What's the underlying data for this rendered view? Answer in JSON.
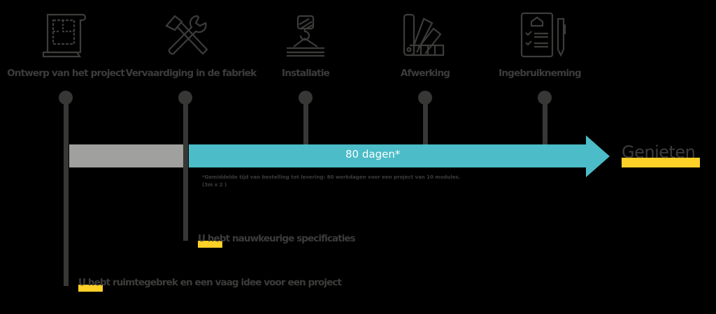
{
  "colors": {
    "background": "#000000",
    "pin": "#373736",
    "text": "#3c3c3b",
    "gray_bar": "#a0a09f",
    "teal_bar": "#4bbcc8",
    "highlight": "#fed128",
    "duration_text": "#ffffff"
  },
  "stages": [
    {
      "label": "Ontwerp van het project",
      "icon": "blueprint-icon"
    },
    {
      "label": "Vervaardiging in de fabriek",
      "icon": "hammer-wrench-icon"
    },
    {
      "label": "Installatie",
      "icon": "crane-hook-icon"
    },
    {
      "label": "Afwerking",
      "icon": "color-swatch-icon"
    },
    {
      "label": "Ingebruikneming",
      "icon": "checklist-pen-icon"
    }
  ],
  "timeline": {
    "duration_label": "80 dagen*",
    "footnote_line1": "*Gemiddelde tijd van bestelling tot levering: 80 werkdagen voor een project van 10 modules.",
    "footnote_line2": "(3m x 2 )",
    "end_label": "Genieten"
  },
  "milestones": [
    {
      "label": "U hebt nauwkeurige specificaties"
    },
    {
      "label": "U hebt ruimtegebrek en een vaag idee voor een project"
    }
  ]
}
